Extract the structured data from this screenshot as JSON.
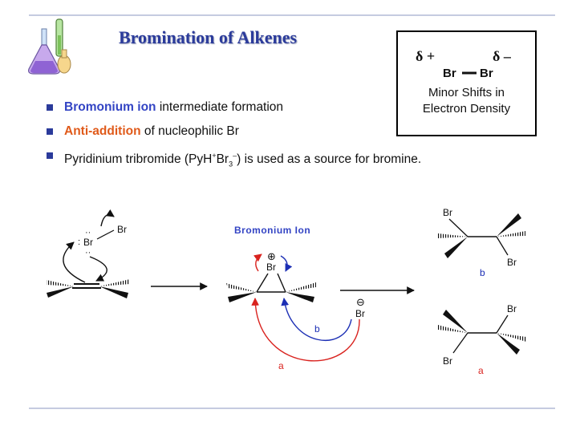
{
  "title": "Bromination of Alkenes",
  "bullets": {
    "b1_highlight": "Bromonium ion",
    "b1_rest": " intermediate formation",
    "b2_highlight": "Anti-addition",
    "b2_rest": " of nucleophilic Br",
    "b3_pre": "Pyridinium tribromide (PyH",
    "b3_plus": "+",
    "b3_br": "Br",
    "b3_sub": "3",
    "b3_minus": "–",
    "b3_post": ") is used as a source  for bromine."
  },
  "infobox": {
    "delta_plus": "δ +",
    "delta_minus": "δ –",
    "br_left": "Br",
    "br_right": "Br",
    "caption_line1": "Minor Shifts in",
    "caption_line2": "Electron Density"
  },
  "diagram": {
    "br_attack": "Br",
    "br_top": "Br",
    "lone_pair_top": "··",
    "lone_pair_left": ":",
    "lone_pair_bottom": "··",
    "bromonium_label": "Bromonium Ion",
    "plus_symbol": "⊕",
    "br_bromonium": "Br",
    "minus_symbol": "⊖",
    "br_anion": "Br",
    "path_a": "a",
    "path_b": "b",
    "prod_b_br_top": "Br",
    "prod_b_br_right": "Br",
    "prod_b_label": "b",
    "prod_a_br_right": "Br",
    "prod_a_br_left": "Br",
    "prod_a_label": "a"
  },
  "colors": {
    "title": "#2b3b9b",
    "accent_blue": "#3344c4",
    "accent_orange": "#e05a1a",
    "arrow_red": "#d9231f",
    "arrow_blue": "#1c2fb5"
  }
}
